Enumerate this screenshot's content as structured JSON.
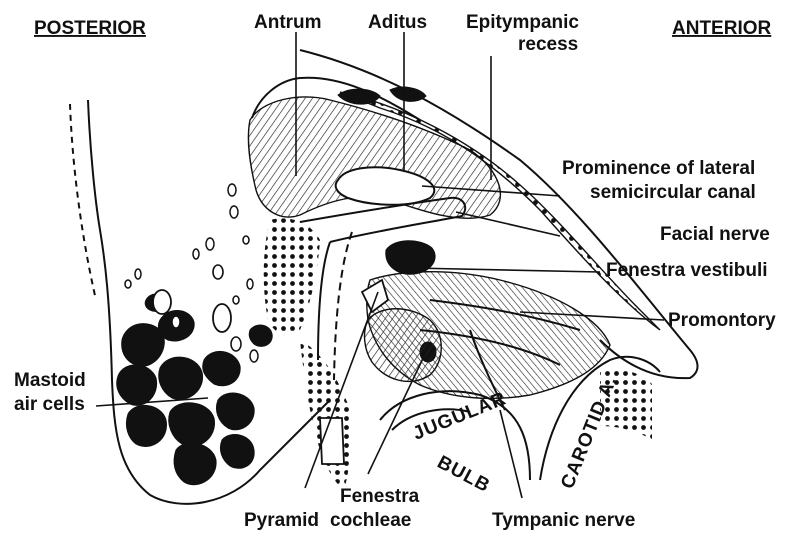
{
  "headers": {
    "posterior": "POSTERIOR",
    "anterior": "ANTERIOR"
  },
  "labels": {
    "antrum": "Antrum",
    "aditus": "Aditus",
    "epitympanic_line1": "Epitympanic",
    "epitympanic_line2": "recess",
    "prominence_line1": "Prominence of lateral",
    "prominence_line2": "semicircular canal",
    "facial_nerve": "Facial nerve",
    "fenestra_vestibuli": "Fenestra vestibuli",
    "promontory": "Promontory",
    "mastoid_line1": "Mastoid",
    "mastoid_line2": "air cells",
    "pyramid": "Pyramid",
    "fenestra_cochleae_line1": "Fenestra",
    "fenestra_cochleae_line2": "cochleae",
    "tympanic_nerve": "Tympanic nerve",
    "jugular_line1": "JUGULAR",
    "jugular_line2": "BULB",
    "carotid": "CAROTID A."
  }
}
